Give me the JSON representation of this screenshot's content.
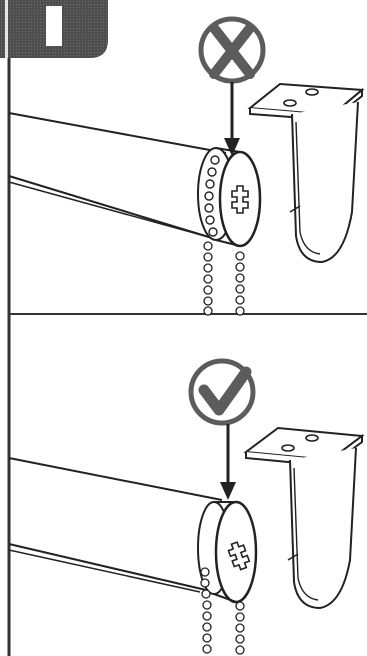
{
  "step_badge": {
    "label": "I",
    "color": "#555555"
  },
  "panels": [
    {
      "status": "incorrect",
      "status_icon": "cross-icon",
      "description_icon": "roller-blind-bracket-misaligned"
    },
    {
      "status": "correct",
      "status_icon": "checkmark-icon",
      "description_icon": "roller-blind-bracket-aligned"
    }
  ],
  "colors": {
    "stroke": "#222222",
    "frame": "#333333",
    "badge_fill": "#555555",
    "status_icon_fill": "#5c5c5c",
    "background": "#ffffff"
  }
}
